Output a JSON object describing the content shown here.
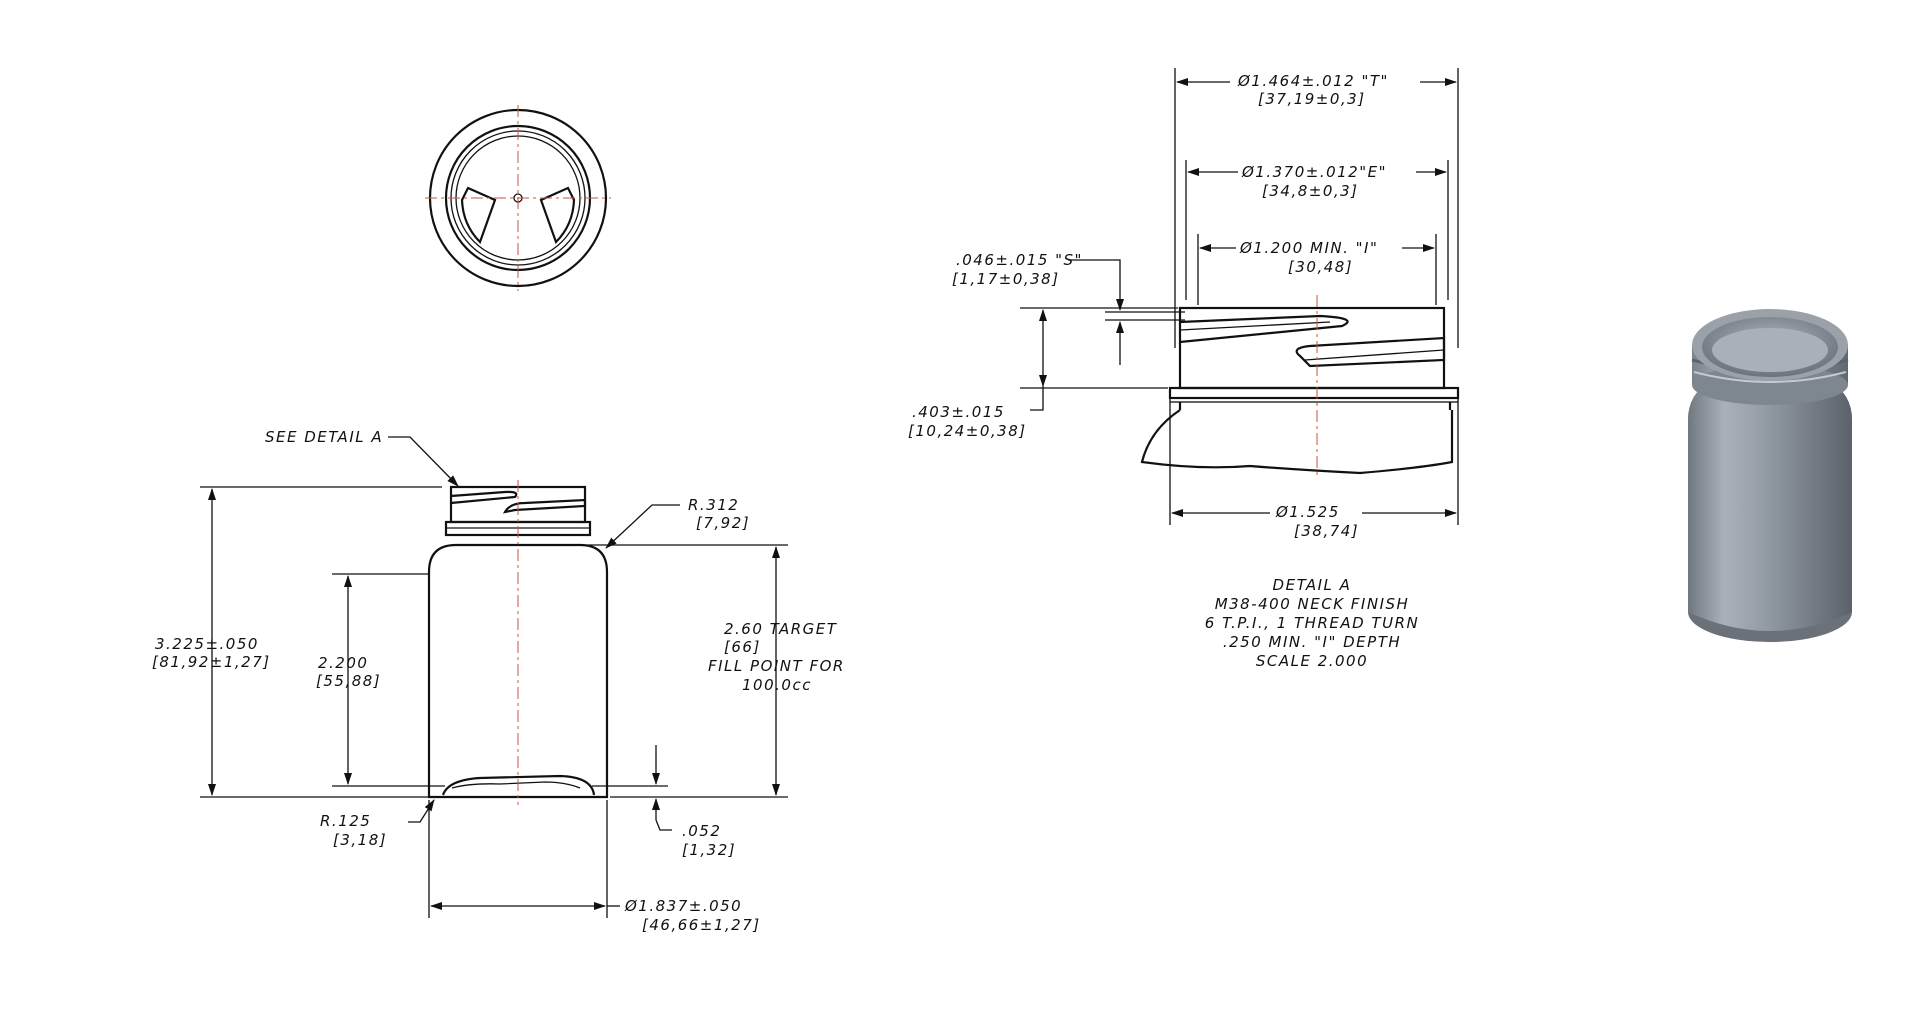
{
  "main_view": {
    "see_detail": "SEE DETAIL  A",
    "overall_height": "3.225±.050",
    "overall_height_mm": "[81,92±1,27]",
    "body_height": "2.200",
    "body_height_mm": "[55,88]",
    "shoulder_radius": "R.312",
    "shoulder_radius_mm": "[7,92]",
    "fill_target": "2.60 TARGET",
    "fill_target_mm": "[66]",
    "fill_point_for": "FILL POINT FOR",
    "fill_volume": "100.0cc",
    "base_radius": "R.125",
    "base_radius_mm": "[3,18]",
    "push_up": ".052",
    "push_up_mm": "[1,32]",
    "body_diameter": "Ø1.837±.050",
    "body_diameter_mm": "[46,66±1,27]"
  },
  "detail_view": {
    "t_dim": "Ø1.464±.012 \"T\"",
    "t_dim_mm": "[37,19±0,3]",
    "e_dim": "Ø1.370±.012\"E\"",
    "e_dim_mm": "[34,8±0,3]",
    "i_dim": "Ø1.200 MIN. \"I\"",
    "i_dim_mm": "[30,48]",
    "s_dim": ".046±.015  \"S\"",
    "s_dim_mm": "[1,17±0,38]",
    "h_dim": ".403±.015",
    "h_dim_mm": "[10,24±0,38]",
    "neck_dia": "Ø1.525",
    "neck_dia_mm": "[38,74]",
    "caption": [
      "DETAIL  A",
      "M38-400 NECK FINISH",
      "6 T.P.I., 1 THREAD TURN",
      ".250 MIN. \"I\" DEPTH",
      "SCALE  2.000"
    ]
  },
  "colors": {
    "line": "#111111",
    "centerline": "#c8553a",
    "render_body": "#8d959e"
  }
}
